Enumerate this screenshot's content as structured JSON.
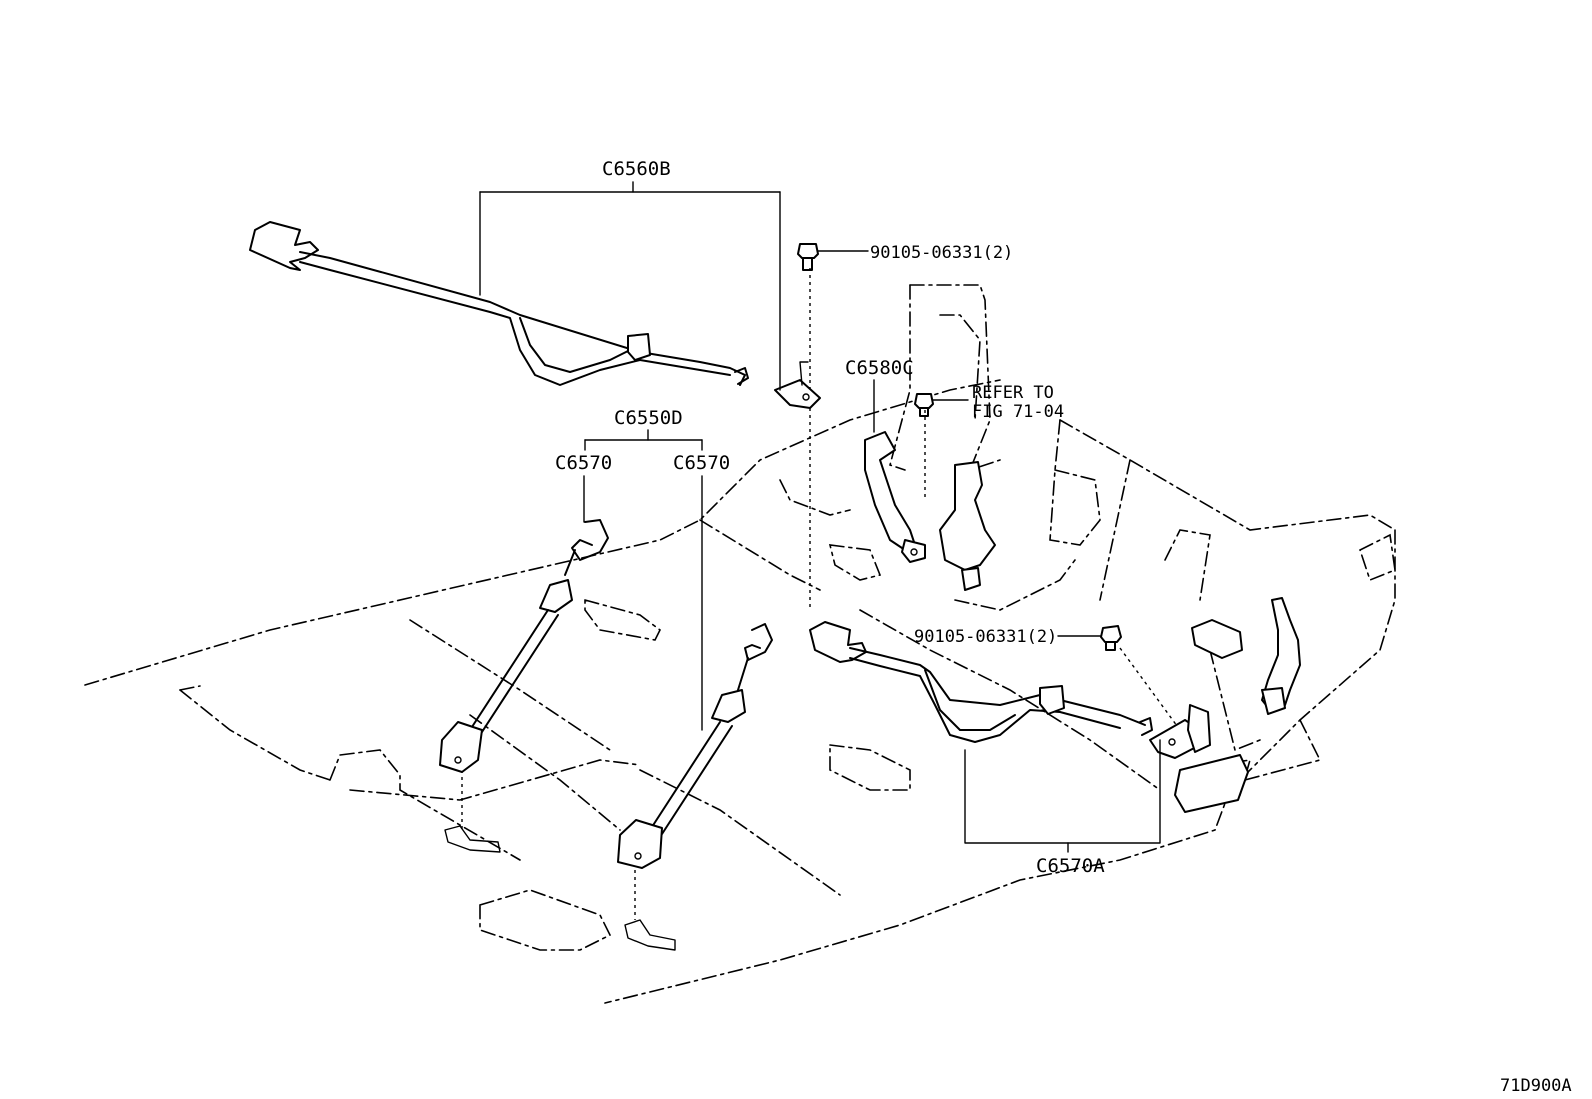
{
  "labels": {
    "c6560b": "C6560B",
    "c6550d": "C6550D",
    "c6570_left": "C6570",
    "c6570_right": "C6570",
    "c6580c": "C6580C",
    "bolt_upper": "90105-06331(2)",
    "bolt_lower": "90105-06331(2)",
    "refer_line1": "REFER TO",
    "refer_line2": "FIG 71-04",
    "c6570a": "C6570A",
    "figure_code": "71D900A"
  }
}
